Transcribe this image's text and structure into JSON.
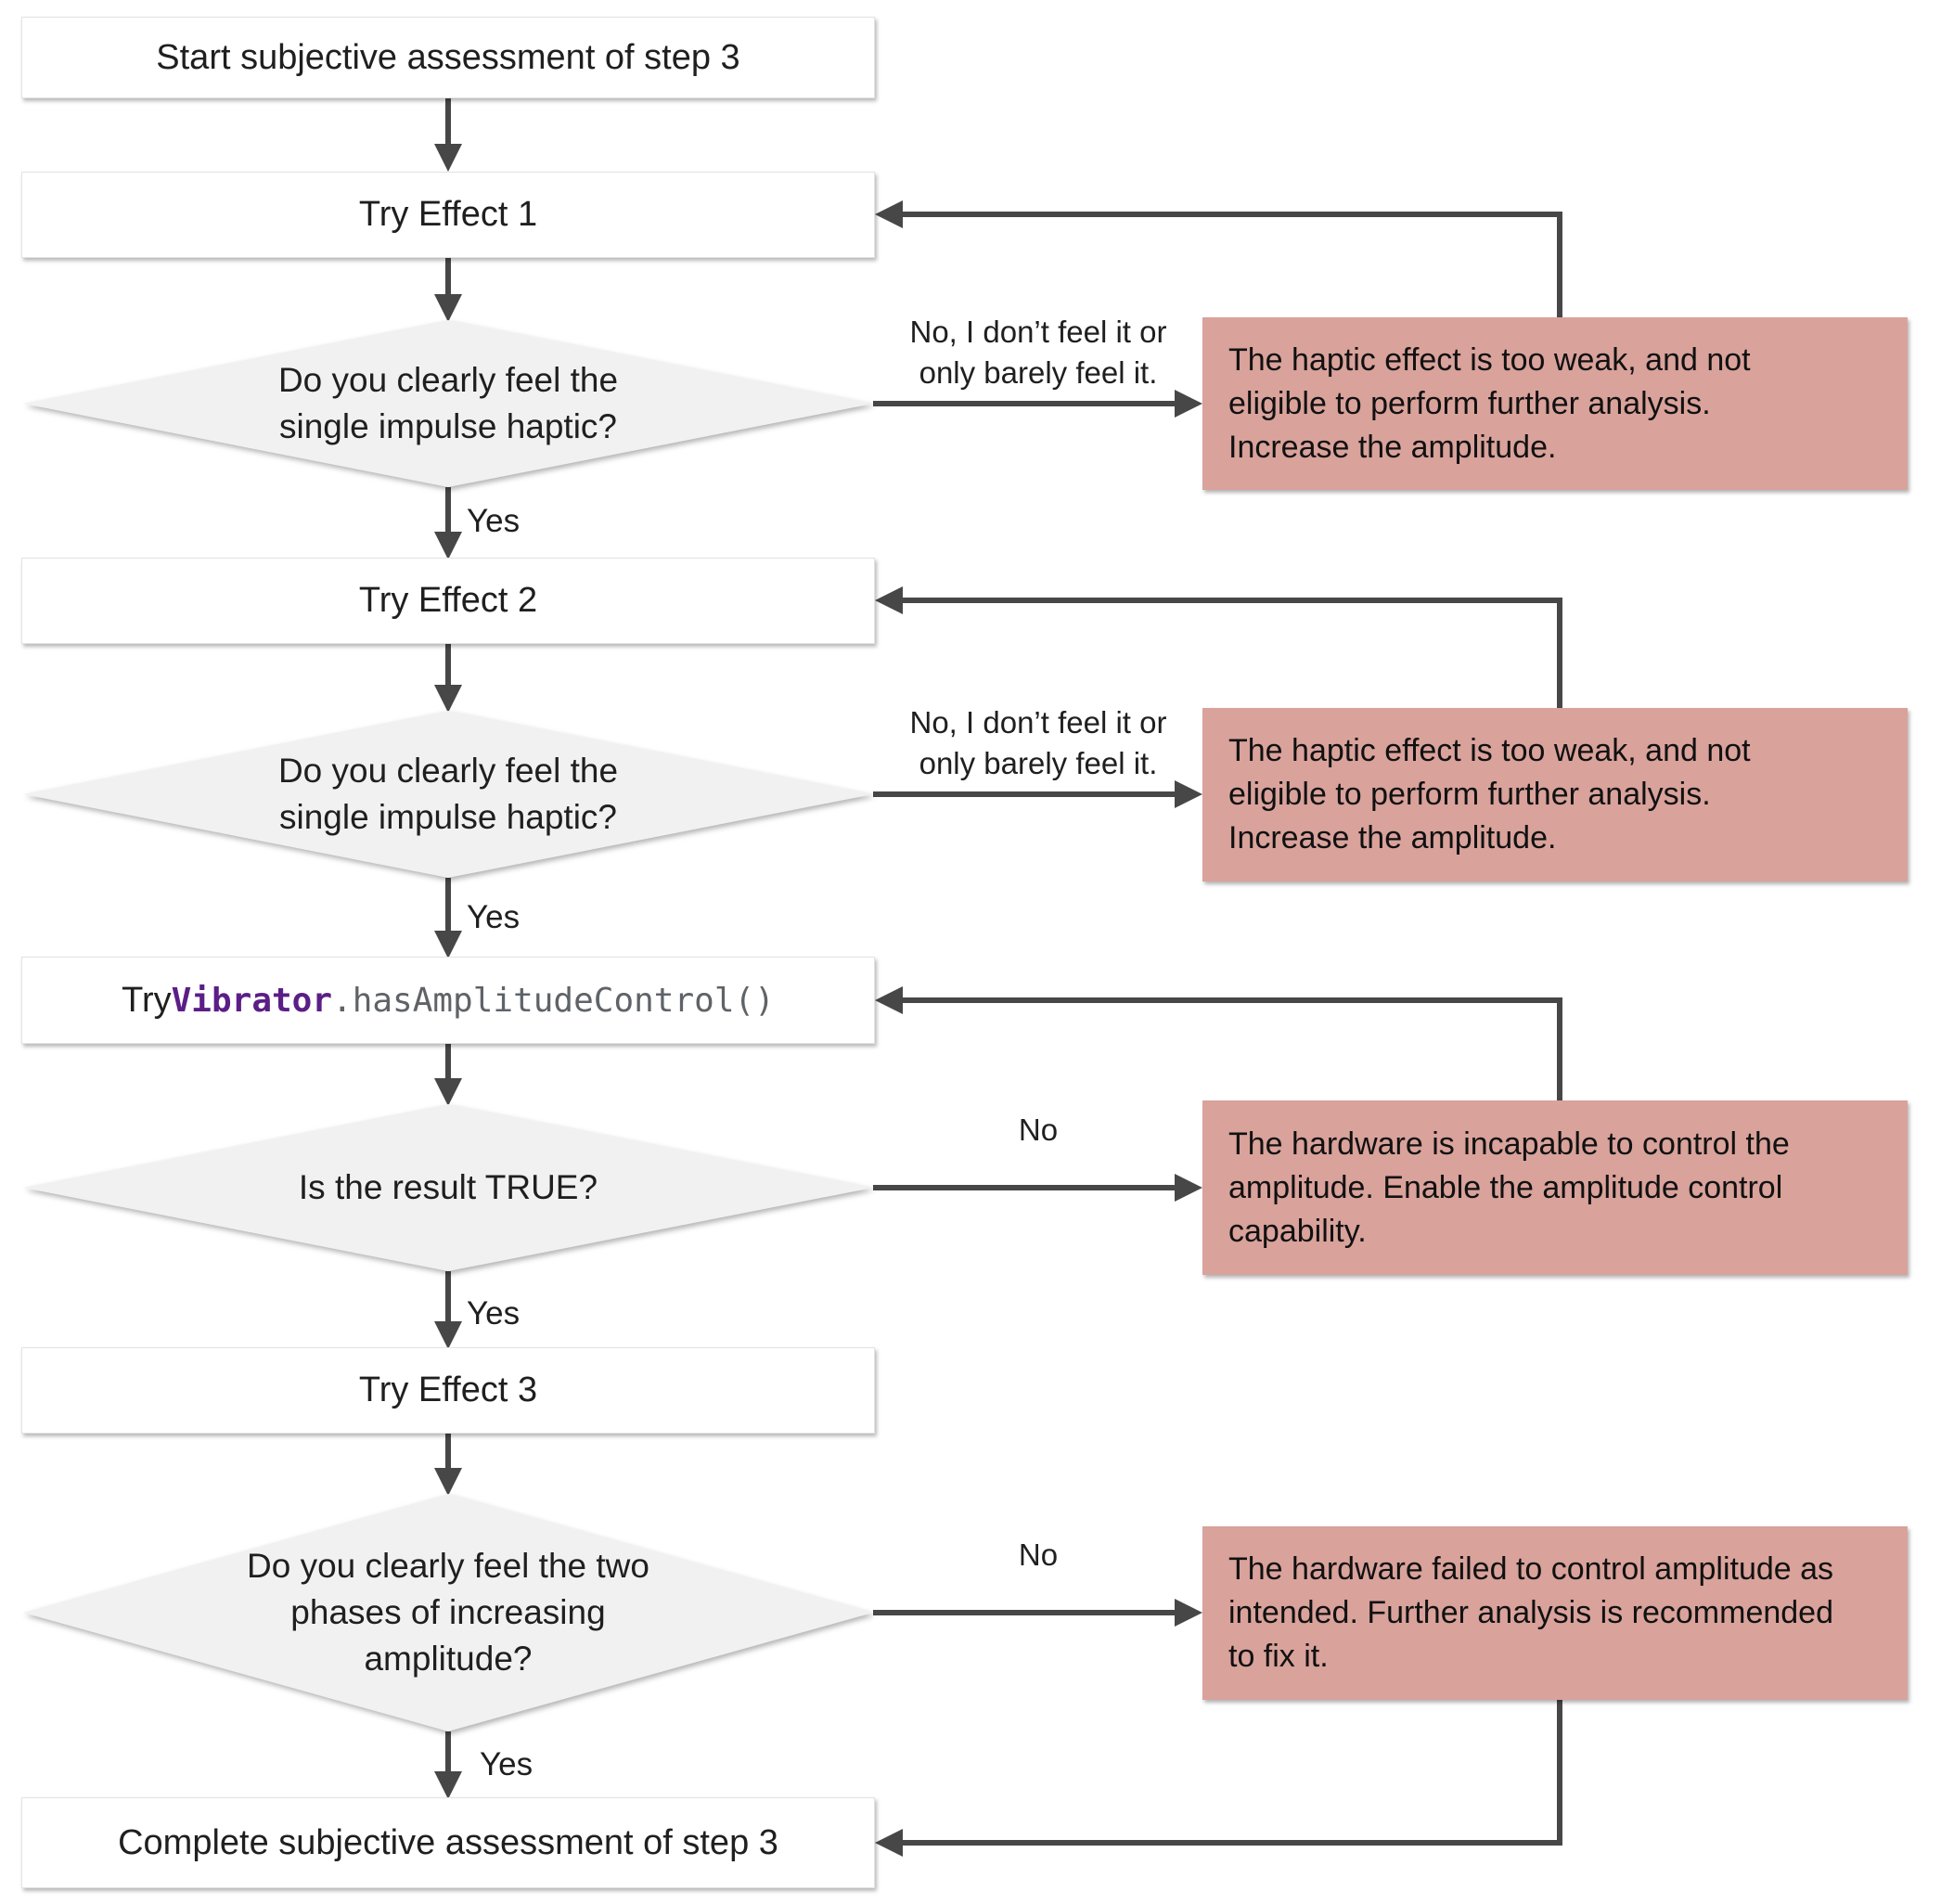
{
  "colors": {
    "arrow": "#474747",
    "process_box_bg": "#ffffff",
    "process_box_border": "#e3e3e3",
    "decision_diamond_bg": "#f1f1f2",
    "alert_box_bg": "#d9a29b",
    "text": "#1f1f1f",
    "code_class_purple": "#5b1e86",
    "code_method_gray": "#5f6368"
  },
  "nodes": {
    "start": {
      "label": "Start subjective assessment of step 3"
    },
    "try1": {
      "label": "Try Effect 1"
    },
    "decision1": {
      "lines": [
        "Do you clearly feel the",
        "single impulse haptic?"
      ]
    },
    "no1": {
      "lines": [
        "No, I don’t feel it or",
        "only barely feel it."
      ]
    },
    "alert1": {
      "lines": [
        "The haptic effect is too weak, and not",
        "eligible to perform further analysis.",
        "Increase the amplitude."
      ]
    },
    "yes1": {
      "label": "Yes"
    },
    "try2": {
      "label": "Try Effect 2"
    },
    "decision2": {
      "lines": [
        "Do you clearly feel the",
        "single impulse haptic?"
      ]
    },
    "no2": {
      "lines": [
        "No, I don’t feel it or",
        "only barely feel it."
      ]
    },
    "alert2": {
      "lines": [
        "The haptic effect is too weak, and not",
        "eligible to perform further analysis.",
        "Increase the amplitude."
      ]
    },
    "yes2": {
      "label": "Yes"
    },
    "try_api": {
      "prefix": "Try ",
      "code_class": "Vibrator",
      "code_method": ".hasAmplitudeControl()"
    },
    "decision3": {
      "label": "Is the result TRUE?"
    },
    "no3": {
      "label": "No"
    },
    "alert3": {
      "lines": [
        "The hardware is incapable to control the",
        "amplitude. Enable the amplitude control",
        "capability."
      ]
    },
    "yes3": {
      "label": "Yes"
    },
    "try3": {
      "label": "Try Effect 3"
    },
    "decision4": {
      "lines": [
        "Do you clearly feel the two",
        "phases of increasing",
        "amplitude?"
      ]
    },
    "no4": {
      "label": "No"
    },
    "alert4": {
      "lines": [
        "The hardware failed to control amplitude as",
        "intended. Further analysis is recommended",
        "to fix it."
      ]
    },
    "yes4": {
      "label": "Yes"
    },
    "complete": {
      "label": "Complete subjective assessment of step 3"
    }
  }
}
